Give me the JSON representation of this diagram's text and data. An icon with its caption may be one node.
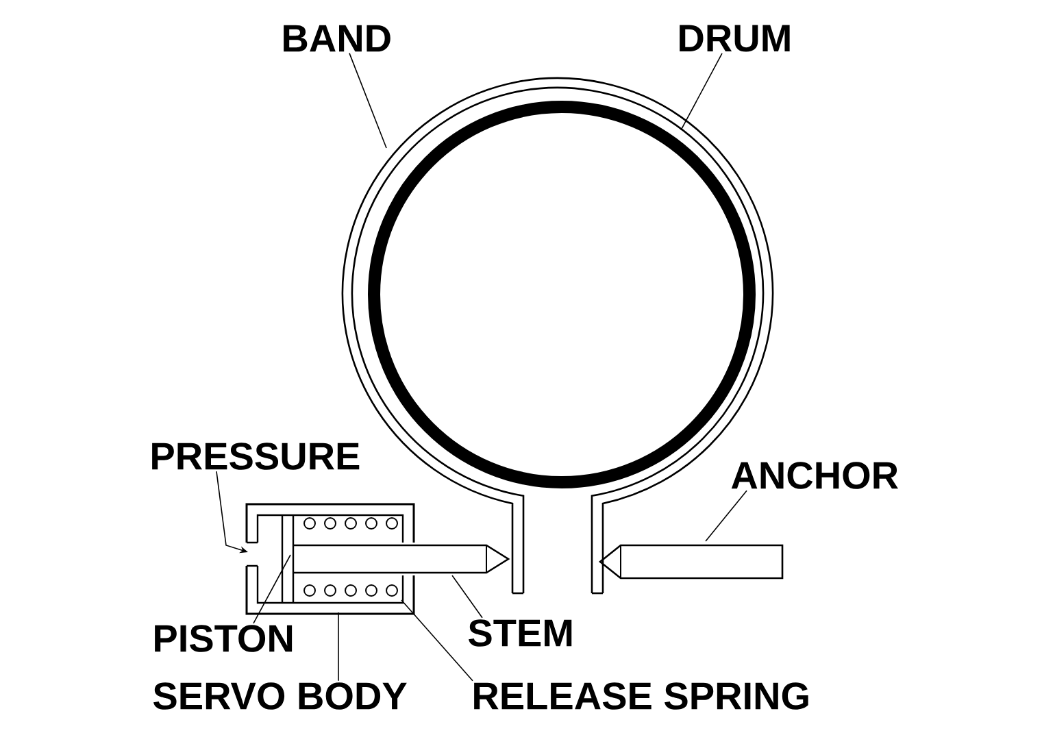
{
  "diagram": {
    "nodes": [
      {
        "text": [
          "BAND"
        ]
      },
      {
        "text": [
          "DRUM"
        ]
      },
      {
        "text": [
          "PRESSURE"
        ]
      },
      {
        "text": [
          "ANCHOR"
        ]
      },
      {
        "text": [
          "PISTON"
        ]
      },
      {
        "text": [
          "STEM"
        ]
      },
      {
        "text": [
          "SERVO BODY"
        ]
      },
      {
        "text": [
          "RELEASE SPRING"
        ]
      }
    ],
    "edges": [
      {
        "from": 0,
        "to": null,
        "arrow": "none"
      },
      {
        "from": 1,
        "to": null,
        "arrow": "none"
      },
      {
        "from": 2,
        "to": null,
        "arrow": "to"
      },
      {
        "from": 3,
        "to": null,
        "arrow": "none"
      },
      {
        "from": 4,
        "to": null,
        "arrow": "none"
      },
      {
        "from": 5,
        "to": null,
        "arrow": "none"
      },
      {
        "from": 6,
        "to": null,
        "arrow": "none"
      },
      {
        "from": 7,
        "to": null,
        "arrow": "none"
      }
    ]
  }
}
